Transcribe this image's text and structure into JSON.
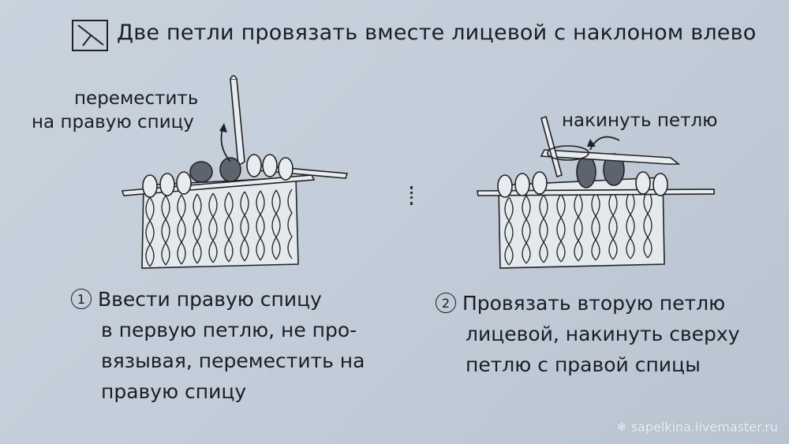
{
  "header": {
    "symbol_icon": "slanted-left-decrease-symbol",
    "title": "Две петли провязать вместе лицевой с наклоном влево"
  },
  "figure1": {
    "label_line1": "переместить",
    "label_line2": "на правую спицу"
  },
  "figure2": {
    "label": "накинуть петлю"
  },
  "steps": [
    {
      "number": "1",
      "lines": [
        "Ввести правую спицу",
        "в первую петлю, не про-",
        "вязывая, переместить на",
        "правую спицу"
      ]
    },
    {
      "number": "2",
      "lines": [
        "Провязать вторую петлю",
        "лицевой, накинуть сверху",
        "петлю с правой спицы"
      ]
    }
  ],
  "watermark": "sapelkina.livemaster.ru",
  "colors": {
    "background": "#c5cfdb",
    "ink": "#1b1d22",
    "highlight_loop": "#5d6470"
  }
}
